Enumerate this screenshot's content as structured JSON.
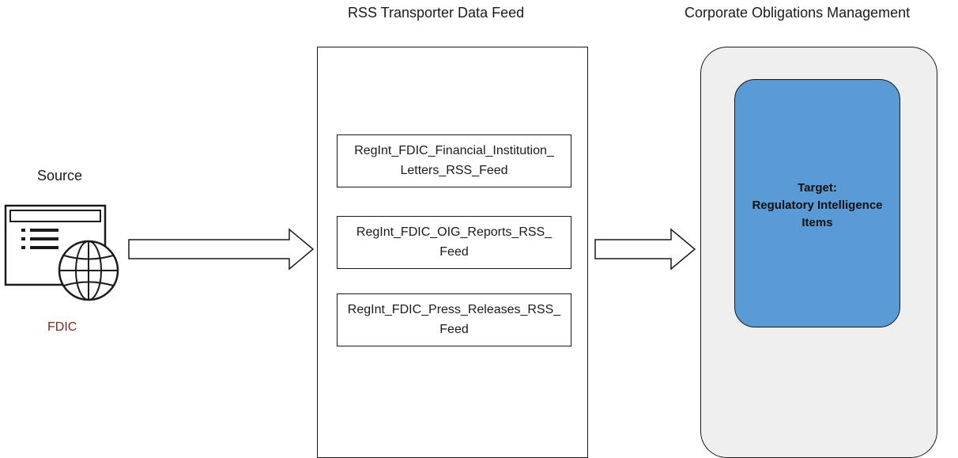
{
  "source": {
    "title": "Source",
    "label": "FDIC",
    "icon": "web-page-globe-icon"
  },
  "transporter": {
    "title": "RSS Transporter Data Feed",
    "feeds": [
      {
        "line1": "RegInt_FDIC_Financial_Institution_",
        "line2": "Letters_RSS_Feed"
      },
      {
        "line1": "RegInt_FDIC_OIG_Reports_RSS_",
        "line2": "Feed"
      },
      {
        "line1": "RegInt_FDIC_Press_Releases_RSS_",
        "line2": "Feed"
      }
    ]
  },
  "com": {
    "title": "Corporate Obligations Management",
    "target": {
      "line1": "Target:",
      "line2": "Regulatory Intelligence",
      "line3": "Items"
    }
  },
  "colors": {
    "target_fill": "#5b9bd5",
    "container_fill": "#efefef",
    "source_label": "#7b2a1e"
  }
}
